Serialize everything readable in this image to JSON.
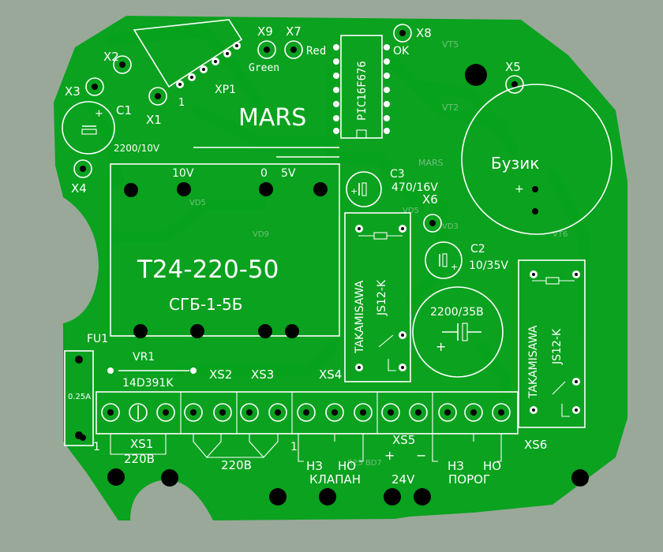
{
  "board": {
    "title": "MARS",
    "colors": {
      "board": "#0aa21f",
      "trace": "#07961b",
      "silk": "#ffffff",
      "hole": "#000000",
      "background": "#9aa89a"
    }
  },
  "connectors": {
    "x1": "X1",
    "x2": "X2",
    "x3": "X3",
    "x4": "X4",
    "x5": "X5",
    "x6": "X6",
    "x7": "X7",
    "x8": "X8",
    "x9": "X9",
    "xp1": "XP1",
    "xp1_pin": "1",
    "red": "Red",
    "green": "Green",
    "ok": "OK"
  },
  "ic": {
    "part": "PIC16F676"
  },
  "c1": {
    "ref": "C1",
    "value": "2200/10V"
  },
  "c2": {
    "ref": "C2",
    "value": "10/35V"
  },
  "c3": {
    "ref": "C3",
    "value": "470/16V"
  },
  "big_cap": {
    "value": "2200/35B"
  },
  "buzzer": {
    "label": "Бузик"
  },
  "transformer": {
    "model": "T24-220-50",
    "sub": "СГБ-1-5Б",
    "pin_10v": "10V",
    "pin_0": "0",
    "pin_5v": "5V"
  },
  "relay1": {
    "brand": "TAKAMISAWA",
    "model": "JS12-K"
  },
  "relay2": {
    "brand": "TAKAMISAWA",
    "model": "JS12-K"
  },
  "fuse": {
    "ref": "FU1",
    "value": "0.25A"
  },
  "varistor": {
    "ref": "VR1",
    "value": "14D391K"
  },
  "terminals": {
    "xs1": "XS1",
    "xs2": "XS2",
    "xs3": "XS3",
    "xs4": "XS4",
    "xs5": "XS5",
    "xs6": "XS6",
    "pin1_left": "1",
    "pin1_right": "1",
    "v220a": "220В",
    "v220b": "220В",
    "nz1": "НЗ",
    "no1": "НО",
    "valve": "КЛАПАН",
    "plus": "+",
    "minus": "−",
    "v24": "24V",
    "nz2": "НЗ",
    "no2": "НО",
    "threshold": "ПОРОГ"
  }
}
